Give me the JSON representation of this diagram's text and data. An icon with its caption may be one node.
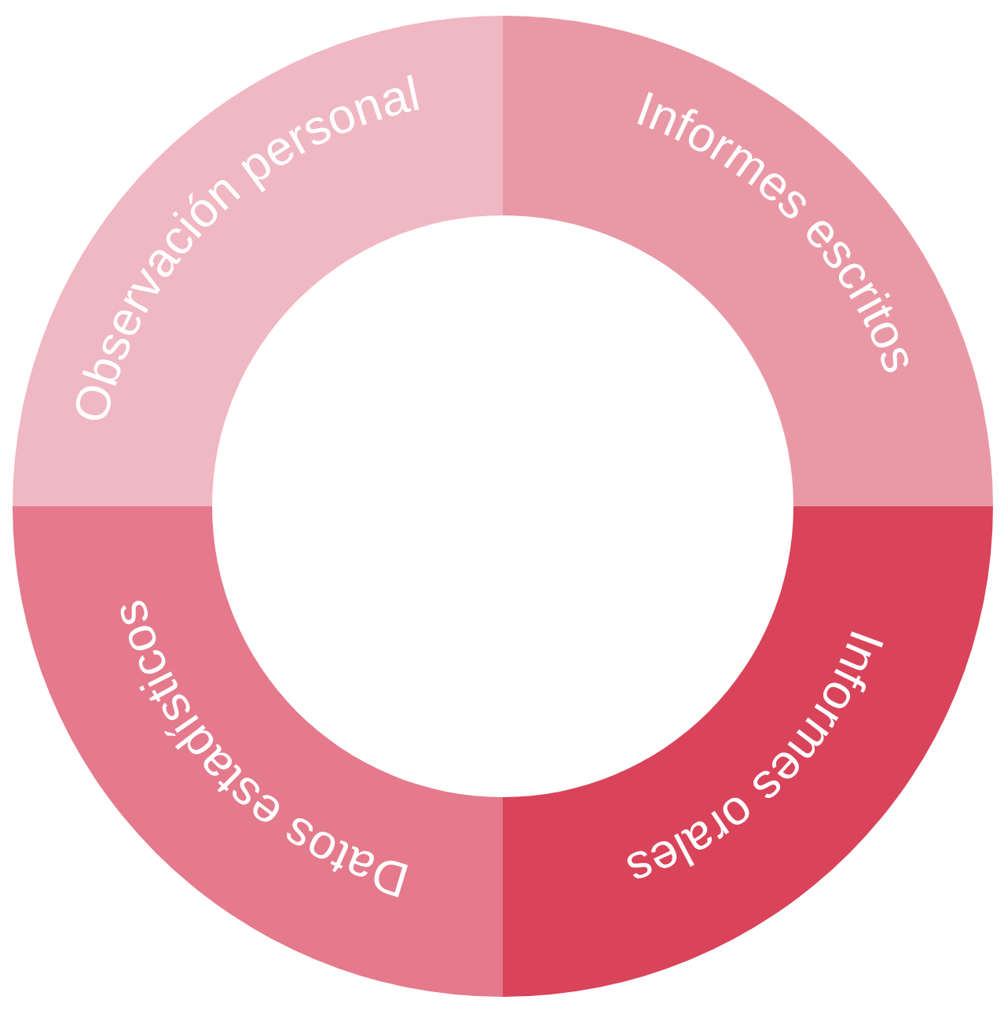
{
  "diagram": {
    "nodes": [
      {
        "text": [
          "Observación personal"
        ]
      },
      {
        "text": [
          "Informes escritos"
        ]
      },
      {
        "text": [
          "Datos estadísticos"
        ]
      },
      {
        "text": [
          "Informes orales"
        ]
      }
    ]
  }
}
